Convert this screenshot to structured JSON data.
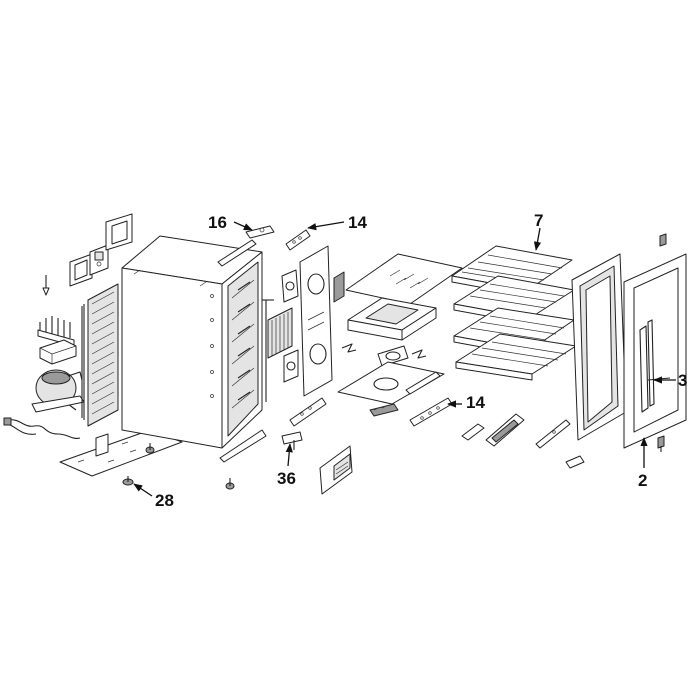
{
  "callouts": {
    "c16": "16",
    "c14_top": "14",
    "c7": "7",
    "c3": "3",
    "c14_mid": "14",
    "c2": "2",
    "c36": "36",
    "c28": "28"
  }
}
